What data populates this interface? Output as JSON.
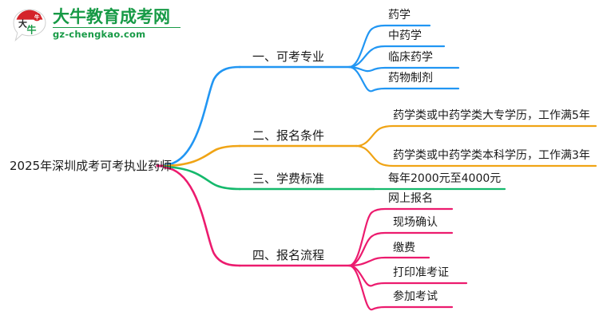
{
  "logo": {
    "mark_name": "daniu-speech-bubble-logo",
    "cn_text": "大牛教育成考网",
    "en_text": "gz-chengkao.com",
    "mark_char": "大牛",
    "brand_green": "#179a46",
    "brand_red": "#d4232a"
  },
  "mindmap": {
    "root": {
      "label": "2025年深圳成考可考执业药师"
    },
    "branches": [
      {
        "label": "一、可考专业",
        "color": "#2196f3",
        "leaves": [
          {
            "label": "药学"
          },
          {
            "label": "中药学"
          },
          {
            "label": "临床药学"
          },
          {
            "label": "药物制剂"
          }
        ]
      },
      {
        "label": "二、报名条件",
        "color": "#f0a415",
        "leaves": [
          {
            "label": "药学类或中药学类大专学历，工作满5年"
          },
          {
            "label": "药学类或中药学类本科学历，工作满3年"
          }
        ]
      },
      {
        "label": "三、学费标准",
        "color": "#15b96c",
        "leaves": [
          {
            "label": "每年2000元至4000元"
          }
        ]
      },
      {
        "label": "四、报名流程",
        "color": "#ec1b6e",
        "leaves": [
          {
            "label": "网上报名"
          },
          {
            "label": "现场确认"
          },
          {
            "label": "缴费"
          },
          {
            "label": "打印准考证"
          },
          {
            "label": "参加考试"
          }
        ]
      }
    ]
  }
}
